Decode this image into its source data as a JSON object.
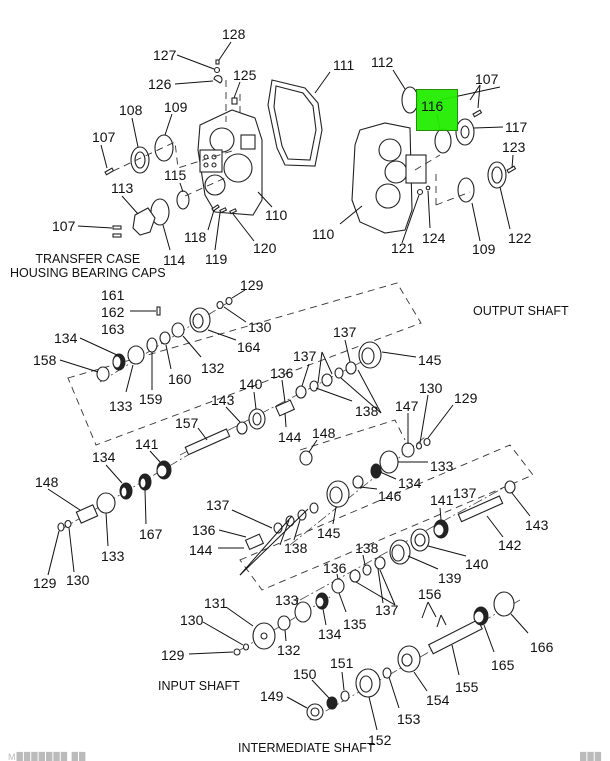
{
  "diagram": {
    "title": "Transfer case exploded parts diagram",
    "highlight_color": "#22ee00",
    "highlighted_part": "116",
    "sections": {
      "transfer_case_caps": "TRANSFER CASE\nHOUSING BEARING CAPS",
      "output_shaft": "OUTPUT SHAFT",
      "input_shaft": "INPUT SHAFT",
      "intermediate_shaft": "INTERMEDIATE SHAFT"
    },
    "callouts": [
      {
        "id": "c128",
        "label": "128"
      },
      {
        "id": "c127",
        "label": "127"
      },
      {
        "id": "c126",
        "label": "126"
      },
      {
        "id": "c125",
        "label": "125"
      },
      {
        "id": "c108",
        "label": "108"
      },
      {
        "id": "c109a",
        "label": "109"
      },
      {
        "id": "c107a",
        "label": "107"
      },
      {
        "id": "c115",
        "label": "115"
      },
      {
        "id": "c113",
        "label": "113"
      },
      {
        "id": "c107b",
        "label": "107"
      },
      {
        "id": "c114",
        "label": "114"
      },
      {
        "id": "c118",
        "label": "118"
      },
      {
        "id": "c119",
        "label": "119"
      },
      {
        "id": "c120",
        "label": "120"
      },
      {
        "id": "c110a",
        "label": "110"
      },
      {
        "id": "c111",
        "label": "111"
      },
      {
        "id": "c112",
        "label": "112"
      },
      {
        "id": "c107c",
        "label": "107"
      },
      {
        "id": "c116",
        "label": "116"
      },
      {
        "id": "c117",
        "label": "117"
      },
      {
        "id": "c123",
        "label": "123"
      },
      {
        "id": "c110b",
        "label": "110"
      },
      {
        "id": "c121",
        "label": "121"
      },
      {
        "id": "c124",
        "label": "124"
      },
      {
        "id": "c109b",
        "label": "109"
      },
      {
        "id": "c122",
        "label": "122"
      },
      {
        "id": "c129a",
        "label": "129"
      },
      {
        "id": "c161",
        "label": "161"
      },
      {
        "id": "c162",
        "label": "162"
      },
      {
        "id": "c163",
        "label": "163"
      },
      {
        "id": "c130a",
        "label": "130"
      },
      {
        "id": "c164",
        "label": "164"
      },
      {
        "id": "c134a",
        "label": "134"
      },
      {
        "id": "c158",
        "label": "158"
      },
      {
        "id": "c132a",
        "label": "132"
      },
      {
        "id": "c160",
        "label": "160"
      },
      {
        "id": "c133a",
        "label": "133"
      },
      {
        "id": "c159",
        "label": "159"
      },
      {
        "id": "c137a",
        "label": "137"
      },
      {
        "id": "c145a",
        "label": "145"
      },
      {
        "id": "c137b",
        "label": "137"
      },
      {
        "id": "c136a",
        "label": "136"
      },
      {
        "id": "c140a",
        "label": "140"
      },
      {
        "id": "c143a",
        "label": "143"
      },
      {
        "id": "c138a",
        "label": "138"
      },
      {
        "id": "c144a",
        "label": "144"
      },
      {
        "id": "c157",
        "label": "157"
      },
      {
        "id": "c148a",
        "label": "148"
      },
      {
        "id": "c147",
        "label": "147"
      },
      {
        "id": "c130b",
        "label": "130"
      },
      {
        "id": "c129b",
        "label": "129"
      },
      {
        "id": "c133b",
        "label": "133"
      },
      {
        "id": "c134b",
        "label": "134"
      },
      {
        "id": "c146",
        "label": "146"
      },
      {
        "id": "c141a",
        "label": "141"
      },
      {
        "id": "c134c",
        "label": "134"
      },
      {
        "id": "c148b",
        "label": "148"
      },
      {
        "id": "c167",
        "label": "167"
      },
      {
        "id": "c133c",
        "label": "133"
      },
      {
        "id": "c129c",
        "label": "129"
      },
      {
        "id": "c130c",
        "label": "130"
      },
      {
        "id": "c137c",
        "label": "137"
      },
      {
        "id": "c137d",
        "label": "137"
      },
      {
        "id": "c136b",
        "label": "136"
      },
      {
        "id": "c144b",
        "label": "144"
      },
      {
        "id": "c138b",
        "label": "138"
      },
      {
        "id": "c145b",
        "label": "145"
      },
      {
        "id": "c141b",
        "label": "141"
      },
      {
        "id": "c143b",
        "label": "143"
      },
      {
        "id": "c142",
        "label": "142"
      },
      {
        "id": "c140b",
        "label": "140"
      },
      {
        "id": "c138c",
        "label": "138"
      },
      {
        "id": "c136c",
        "label": "136"
      },
      {
        "id": "c139",
        "label": "139"
      },
      {
        "id": "c137e",
        "label": "137"
      },
      {
        "id": "c156",
        "label": "156"
      },
      {
        "id": "c131",
        "label": "131"
      },
      {
        "id": "c133d",
        "label": "133"
      },
      {
        "id": "c130d",
        "label": "130"
      },
      {
        "id": "c134d",
        "label": "134"
      },
      {
        "id": "c135",
        "label": "135"
      },
      {
        "id": "c132b",
        "label": "132"
      },
      {
        "id": "c129d",
        "label": "129"
      },
      {
        "id": "c166",
        "label": "166"
      },
      {
        "id": "c165",
        "label": "165"
      },
      {
        "id": "c155",
        "label": "155"
      },
      {
        "id": "c151",
        "label": "151"
      },
      {
        "id": "c150",
        "label": "150"
      },
      {
        "id": "c154",
        "label": "154"
      },
      {
        "id": "c149",
        "label": "149"
      },
      {
        "id": "c153",
        "label": "153"
      },
      {
        "id": "c152",
        "label": "152"
      }
    ],
    "footer_left": "M███████ ██",
    "footer_right": "███"
  }
}
